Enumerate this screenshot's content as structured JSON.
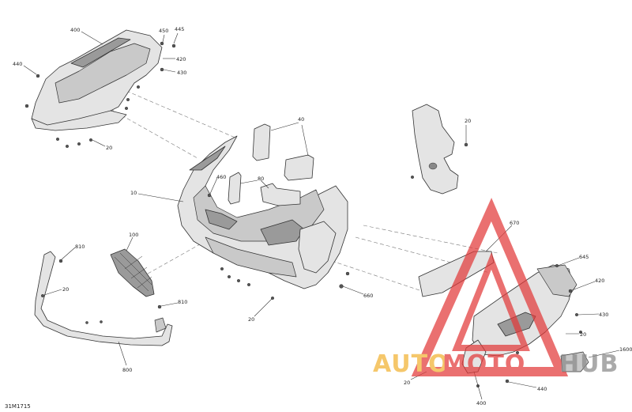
{
  "figure": {
    "id": "31M1715"
  },
  "callouts": {
    "c400a": "400",
    "c450": "450",
    "c445": "445",
    "c420a": "420",
    "c430a": "430",
    "c440a": "440",
    "c20a": "20",
    "c40": "40",
    "c20b": "20",
    "c460": "460",
    "c80": "80",
    "c10": "10",
    "c100": "100",
    "c810a": "810",
    "c20c": "20",
    "c810b": "810",
    "c800": "800",
    "c20d": "20",
    "c660": "660",
    "c670": "670",
    "c645": "645",
    "c420b": "420",
    "c430b": "430",
    "c20e": "20",
    "c1600": "1600",
    "c20f": "20",
    "c440b": "440",
    "c400b": "400"
  },
  "watermark": {
    "word_a": "AUTO",
    "word_b": "MOTO",
    "word_c": "HUB",
    "color_red": "#e23a3a",
    "color_gold": "#f2b233",
    "color_gray": "#8a8a8a"
  }
}
